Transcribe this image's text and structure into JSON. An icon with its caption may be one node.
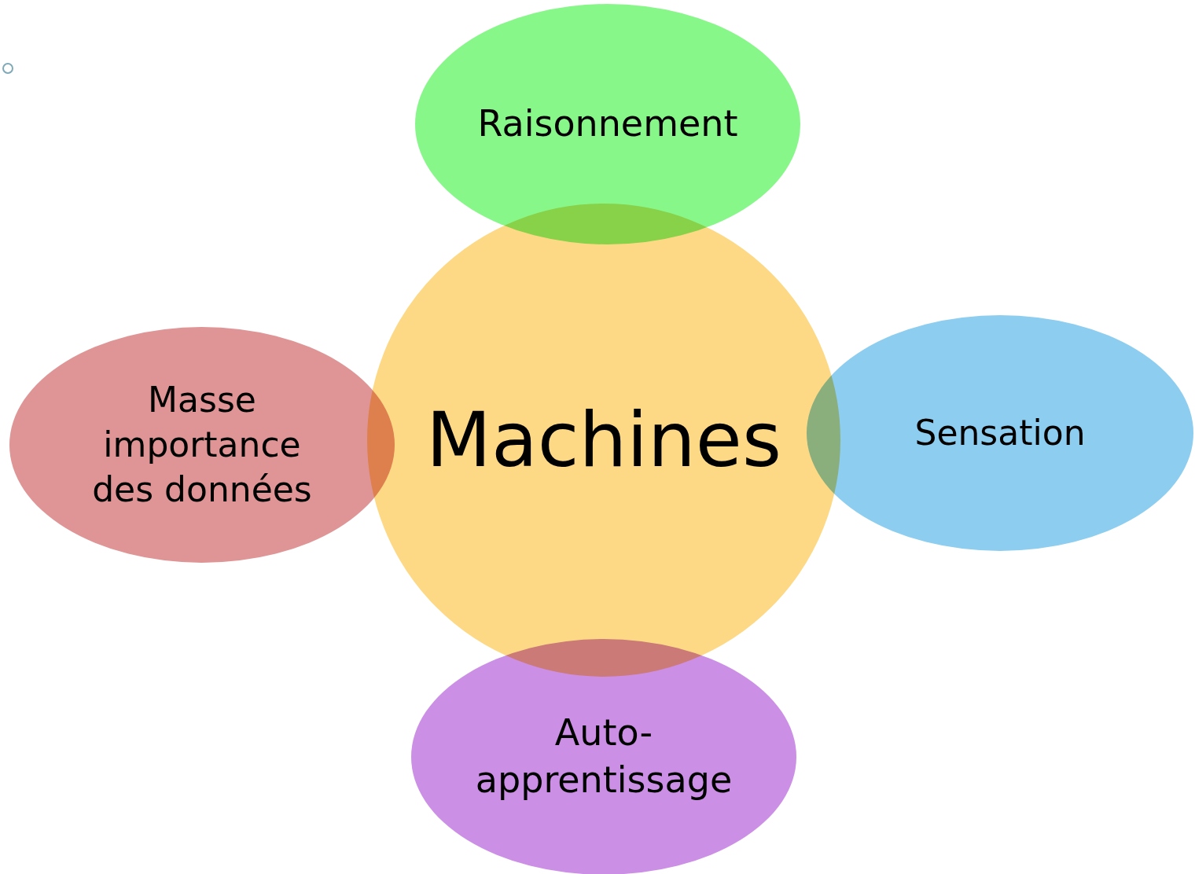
{
  "diagram": {
    "nodes": [
      {
        "text": [
          "Raisonnement"
        ]
      },
      {
        "text": [
          "Masse importance des données"
        ]
      },
      {
        "text": [
          "Machines"
        ]
      },
      {
        "text": [
          "Sensation"
        ]
      },
      {
        "text": [
          "Auto- apprentissage"
        ]
      }
    ]
  }
}
